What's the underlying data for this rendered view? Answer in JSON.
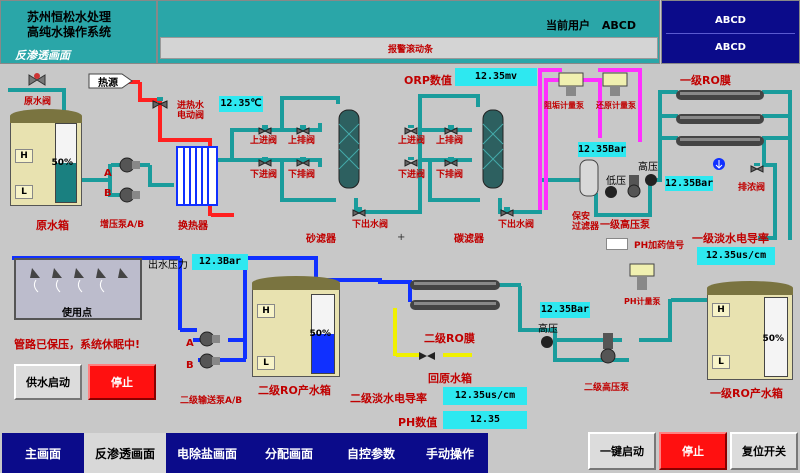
{
  "header": {
    "title_line1": "苏州恒松水处理",
    "title_line2": "高纯水操作系统",
    "subtitle": "反渗透画面",
    "current_user_label": "当前用户",
    "current_user_value": "ABCD",
    "right_top": "ABCD",
    "right_bottom": "ABCD",
    "alarm_ticker": "报警滚动条"
  },
  "labels": {
    "raw_valve": "原水阀",
    "heat_source": "热源",
    "inlet_electric_valve": "进热水\n电动阀",
    "raw_tank": "原水箱",
    "booster_pump": "增压泵A/B",
    "heat_exchanger": "换热器",
    "orp_label": "ORP数值",
    "ro1_label": "一级RO膜",
    "up_in_valve_1": "上进阀",
    "up_out_valve_1": "上排阀",
    "down_in_valve_1": "下进阀",
    "down_out_valve_1": "下排阀",
    "down_out_water_1": "下出水阀",
    "sand_filter": "砂滤器",
    "up_in_valve_2": "上进阀",
    "up_out_valve_2": "上排阀",
    "down_in_valve_2": "下进阀",
    "down_out_valve_2": "下排阀",
    "down_out_water_2": "下出水阀",
    "carbon_filter": "碳滤器",
    "scale_pump": "阻垢计量泵",
    "reducer_pump": "还原计量泵",
    "security_filter": "保安\n过滤器",
    "low_pressure": "低压",
    "high_pressure": "高压",
    "ro1_hp_pump": "一级高压泵",
    "drain_valve": "排浓阀",
    "ph_signal": "PH加药信号",
    "ph_pump": "PH计量泵",
    "ro1_conductivity": "一级淡水电导率",
    "outlet_pressure": "出水压力",
    "use_point": "使用点",
    "sleep_msg": "管路已保压，系统休眠中!",
    "ro2_tank": "二级RO产水箱",
    "ro2_pump": "二级输送泵A/B",
    "ro2_membrane": "二级RO膜",
    "return_valve": "回原水箱",
    "ro2_conductivity_label": "二级淡水电导率",
    "ph_value_label": "PH数值",
    "high_pressure_2": "高压",
    "ro2_hp_pump": "二级高压泵",
    "ro1_tank": "一级RO产水箱",
    "H": "H",
    "L": "L",
    "A": "A",
    "B": "B"
  },
  "values": {
    "orp": "12.35mv",
    "temp": "12.35℃",
    "p_security": "12.35Bar",
    "p_ro1": "12.35Bar",
    "outlet_pressure": "12.3Bar",
    "ro1_conductivity": "12.35us/cm",
    "p_ro2": "12.35Bar",
    "ro2_conductivity": "12.35us/cm",
    "ph": "12.35",
    "raw_tank_pct": "50%",
    "ro2_tank_pct": "50%",
    "ro1_tank_pct": "50%"
  },
  "tank_levels": {
    "raw": 0.5,
    "ro2": 0.5,
    "ro1": 0.5
  },
  "buttons": {
    "supply_start": "供水启动",
    "supply_stop": "停止",
    "one_key_start": "一键启动",
    "stop": "停止",
    "reset": "复位开关"
  },
  "nav": {
    "main": "主画面",
    "ro": "反渗透画面",
    "edi": "电除盐画面",
    "distribution": "分配画面",
    "auto_params": "自控参数",
    "manual": "手动操作"
  },
  "colors": {
    "pipe_teal": "#1a9c9c",
    "pipe_blue": "#1030ff",
    "pipe_magenta": "#ff30ff",
    "pipe_yellow": "#f0f000",
    "pipe_red": "#ff2020",
    "value_box": "#2ee8f0",
    "nav_bg": "#0b0b8a"
  }
}
